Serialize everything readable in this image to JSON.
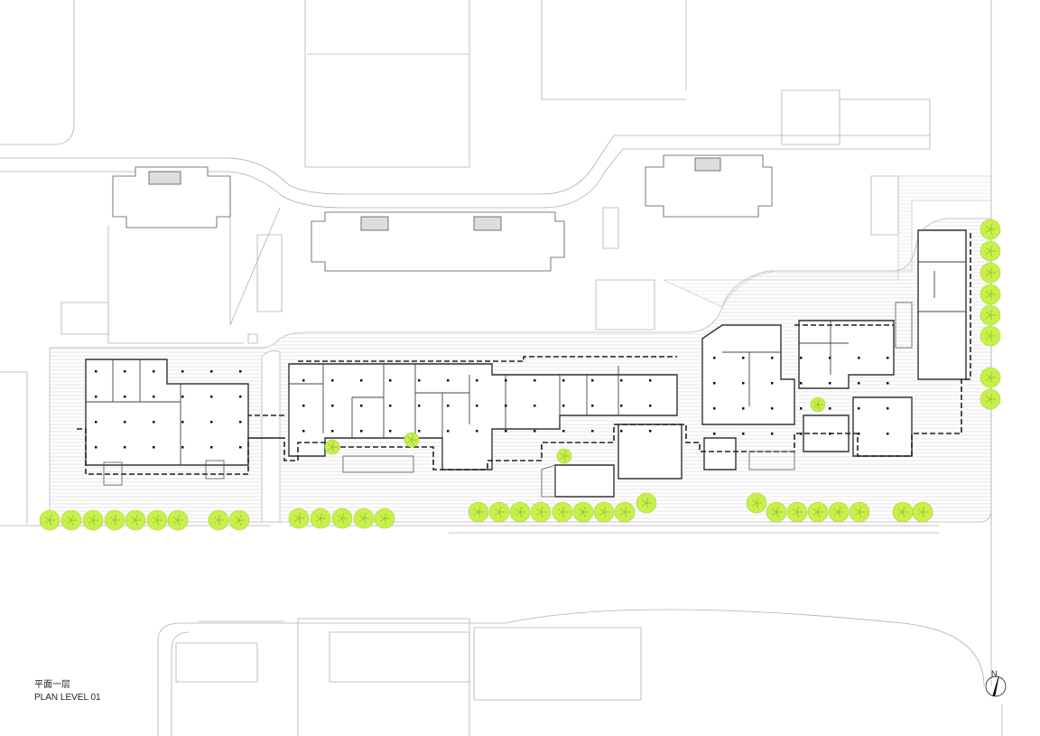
{
  "drawing": {
    "title_cn": "平面一层",
    "title_en": "PLAN LEVEL 01",
    "north_label": "N"
  },
  "colors": {
    "line": "#9a9a9a",
    "building": "#333333",
    "tree": "#c8f04a",
    "hatch": "#e2e2e2"
  }
}
